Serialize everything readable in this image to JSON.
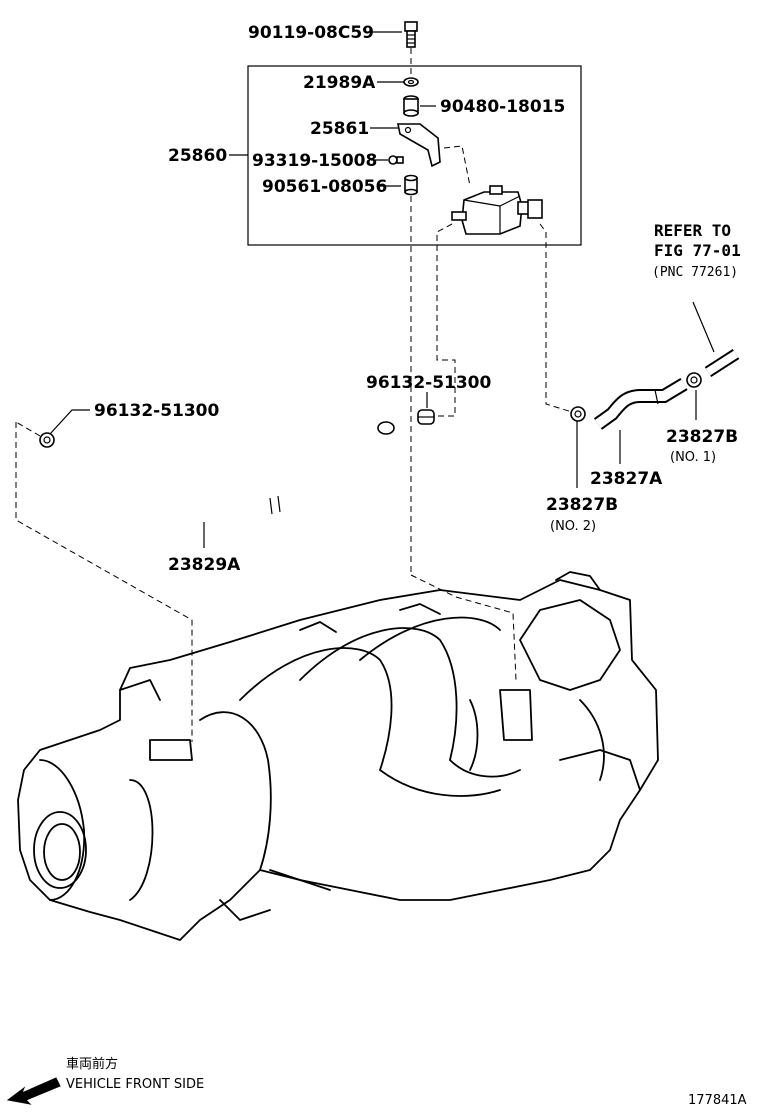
{
  "part_labels": {
    "bolt": "90119-08C59",
    "gasket": "21989A",
    "cushion": "90480-18015",
    "bracket": "25861",
    "assembly": "25860",
    "hose_small": "93319-15008",
    "collar": "90561-08056",
    "clamp_left": "96132-51300",
    "clamp_mid": "96132-51300",
    "hose_long": "23829A",
    "hose_right": "23827A",
    "hose_b1": "23827B",
    "hose_b1_note": "(NO. 1)",
    "hose_b2": "23827B",
    "hose_b2_note": "(NO. 2)"
  },
  "reference": {
    "line1": "REFER TO",
    "line2": "FIG 77-01",
    "line3": "(PNC 77261)"
  },
  "footer": {
    "direction_jp": "車両前方",
    "direction_en": "VEHICLE FRONT SIDE",
    "figure_id": "177841A"
  }
}
